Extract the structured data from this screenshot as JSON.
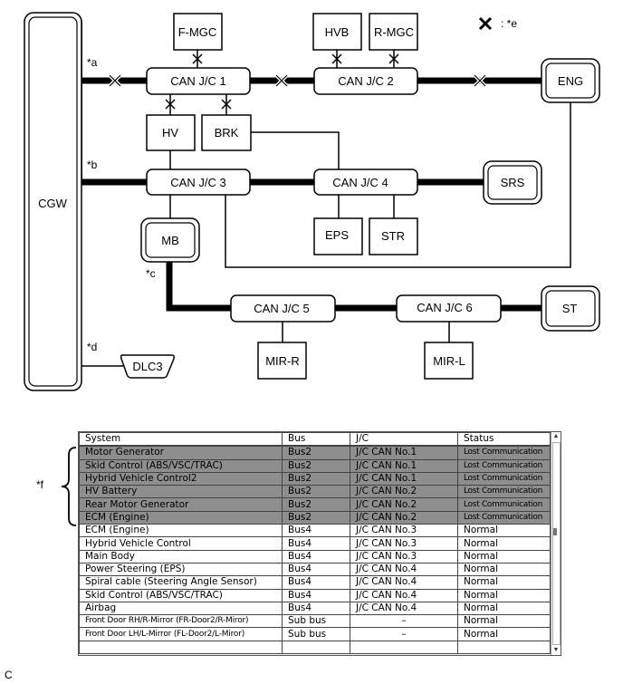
{
  "diagram": {
    "gateway": "CGW",
    "ecus": {
      "f_mgc": "F-MGC",
      "hvb": "HVB",
      "r_mgc": "R-MGC",
      "eng": "ENG",
      "hv": "HV",
      "brk": "BRK",
      "srs": "SRS",
      "mb": "MB",
      "eps": "EPS",
      "str": "STR",
      "st": "ST",
      "mir_r": "MIR-R",
      "mir_l": "MIR-L",
      "dlc3": "DLC3"
    },
    "junctions": {
      "jc1": "CAN J/C 1",
      "jc2": "CAN J/C 2",
      "jc3": "CAN J/C 3",
      "jc4": "CAN J/C 4",
      "jc5": "CAN J/C 5",
      "jc6": "CAN J/C 6"
    },
    "bus_labels": {
      "a": "*a",
      "b": "*b",
      "c": "*c",
      "d": "*d"
    },
    "legend": {
      "symbol": "cross-mark-icon",
      "text": ": *e"
    }
  },
  "table": {
    "bracket_label": "*f",
    "columns": [
      "System",
      "Bus",
      "J/C",
      "Status"
    ],
    "rows": [
      {
        "system": "Motor Generator",
        "bus": "Bus2",
        "jc": "J/C CAN No.1",
        "status": "Lost Communication",
        "highlighted": true
      },
      {
        "system": "Skid Control (ABS/VSC/TRAC)",
        "bus": "Bus2",
        "jc": "J/C CAN No.1",
        "status": "Lost Communication",
        "highlighted": true
      },
      {
        "system": "Hybrid Vehicle Control2",
        "bus": "Bus2",
        "jc": "J/C CAN No.1",
        "status": "Lost Communication",
        "highlighted": true
      },
      {
        "system": "HV Battery",
        "bus": "Bus2",
        "jc": "J/C CAN No.2",
        "status": "Lost Communication",
        "highlighted": true
      },
      {
        "system": "Rear Motor Generator",
        "bus": "Bus2",
        "jc": "J/C CAN No.2",
        "status": "Lost Communication",
        "highlighted": true
      },
      {
        "system": "ECM (Engine)",
        "bus": "Bus2",
        "jc": "J/C CAN No.2",
        "status": "Lost Communication",
        "highlighted": true
      },
      {
        "system": "ECM (Engine)",
        "bus": "Bus4",
        "jc": "J/C CAN No.3",
        "status": "Normal",
        "highlighted": false
      },
      {
        "system": "Hybrid Vehicle Control",
        "bus": "Bus4",
        "jc": "J/C CAN No.3",
        "status": "Normal",
        "highlighted": false
      },
      {
        "system": "Main Body",
        "bus": "Bus4",
        "jc": "J/C CAN No.3",
        "status": "Normal",
        "highlighted": false
      },
      {
        "system": "Power Steering (EPS)",
        "bus": "Bus4",
        "jc": "J/C CAN No.4",
        "status": "Normal",
        "highlighted": false
      },
      {
        "system": "Spiral cable (Steering Angle Sensor)",
        "bus": "Bus4",
        "jc": "J/C CAN No.4",
        "status": "Normal",
        "highlighted": false
      },
      {
        "system": "Skid Control (ABS/VSC/TRAC)",
        "bus": "Bus4",
        "jc": "J/C CAN No.4",
        "status": "Normal",
        "highlighted": false
      },
      {
        "system": "Airbag",
        "bus": "Bus4",
        "jc": "J/C CAN No.4",
        "status": "Normal",
        "highlighted": false
      },
      {
        "system": "Front Door RH/R-Mirror (FR-Door2/R-Miror)",
        "bus": "Sub bus",
        "jc": "–",
        "status": "Normal",
        "highlighted": false
      },
      {
        "system": "Front Door LH/L-Mirror (FL-Door2/L-Miror)",
        "bus": "Sub bus",
        "jc": "–",
        "status": "Normal",
        "highlighted": false
      },
      {
        "system": "",
        "bus": "",
        "jc": "",
        "status": "",
        "highlighted": false
      }
    ],
    "scrollbar": {
      "up_icon": "▲",
      "down_icon": "▼"
    }
  },
  "caption": "C"
}
